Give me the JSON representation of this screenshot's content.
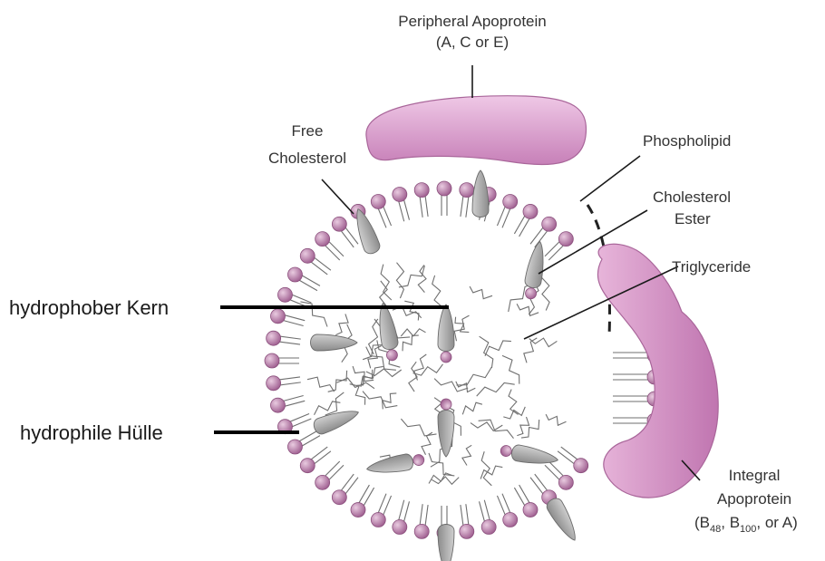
{
  "labels": {
    "peripheral_apoprotein": {
      "line1": "Peripheral Apoprotein",
      "line2": "(A, C or E)"
    },
    "free_cholesterol": {
      "line1": "Free",
      "line2": "Cholesterol"
    },
    "phospholipid": "Phospholipid",
    "cholesterol_ester": {
      "line1": "Cholesterol",
      "line2": "Ester"
    },
    "triglyceride": "Triglyceride",
    "integral_apoprotein": {
      "line1": "Integral",
      "line2": "Apoprotein",
      "line3_prefix": "(B",
      "sub48": "48",
      "sep": ", B",
      "sub100": "100",
      "suffix": ", or A)"
    },
    "hydrophobic_core": "hydrophober Kern",
    "hydrophilic_shell": "hydrophile Hülle"
  },
  "colors": {
    "phospholipid_head": "#b57aa6",
    "apoprotein_fill": "#d79cc8",
    "cholesterol_fill": "#a9a9a9",
    "tail_stroke": "#6f6f6f",
    "pointer_line": "#000000"
  }
}
